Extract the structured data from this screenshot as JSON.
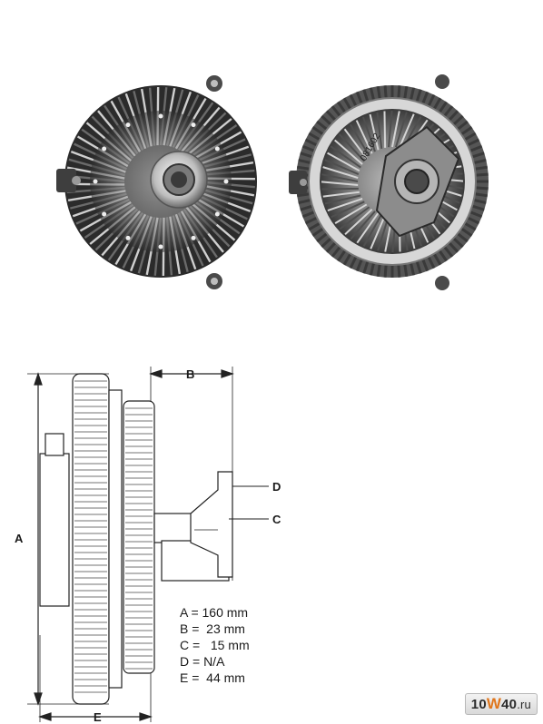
{
  "photo_front": {
    "icon": "viscous-fan-clutch-front-photo"
  },
  "photo_rear": {
    "icon": "viscous-fan-clutch-rear-photo",
    "stamp_text": "081602"
  },
  "drawing": {
    "icon": "fan-clutch-side-dimension-drawing",
    "labels": {
      "a": "A",
      "b": "B",
      "c": "C",
      "d": "D",
      "e": "E"
    }
  },
  "specs": [
    "A = 160 mm",
    "B =  23 mm",
    "C =   15 mm",
    "D = N/A",
    "E =  44 mm"
  ],
  "watermark": {
    "part1": "10",
    "part2": "W",
    "part3": "40",
    "part4": ".ru"
  },
  "colors": {
    "metal_dark": "#3a3a3a",
    "metal_mid": "#8a8a8a",
    "metal_light": "#cfcfcf",
    "accent": "#e0761c"
  }
}
